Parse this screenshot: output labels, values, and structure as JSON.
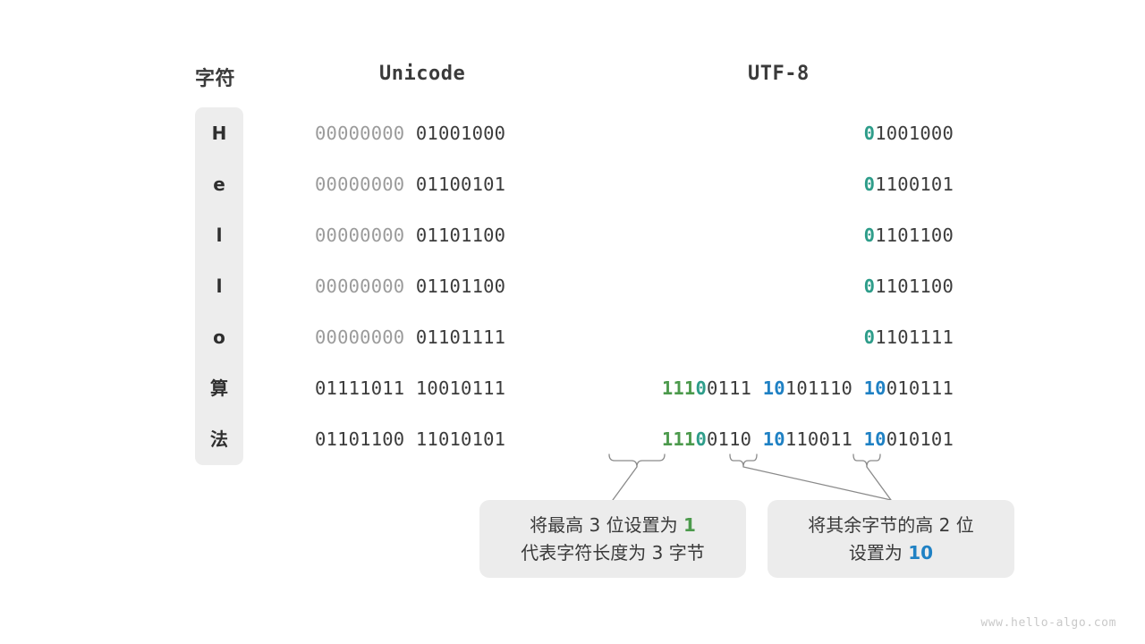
{
  "headers": {
    "character": "字符",
    "unicode": "Unicode",
    "utf8": "UTF-8"
  },
  "colors": {
    "dim": "#9b9b9b",
    "dark": "#3c3c3c",
    "teal": "#2e9d8a",
    "green": "#4c9a4c",
    "blue": "#1f81c4",
    "box_bg": "#ededed",
    "callout_bg": "#ececec",
    "watermark": "#c9c9c9"
  },
  "rows": [
    {
      "char": "H",
      "unicode_high": "00000000",
      "unicode_low": "01001000",
      "unicode_high_dim": true,
      "utf8": [
        {
          "prefix": "0",
          "prefix_color": "teal",
          "rest": "1001000"
        }
      ]
    },
    {
      "char": "e",
      "unicode_high": "00000000",
      "unicode_low": "01100101",
      "unicode_high_dim": true,
      "utf8": [
        {
          "prefix": "0",
          "prefix_color": "teal",
          "rest": "1100101"
        }
      ]
    },
    {
      "char": "l",
      "unicode_high": "00000000",
      "unicode_low": "01101100",
      "unicode_high_dim": true,
      "utf8": [
        {
          "prefix": "0",
          "prefix_color": "teal",
          "rest": "1101100"
        }
      ]
    },
    {
      "char": "l",
      "unicode_high": "00000000",
      "unicode_low": "01101100",
      "unicode_high_dim": true,
      "utf8": [
        {
          "prefix": "0",
          "prefix_color": "teal",
          "rest": "1101100"
        }
      ]
    },
    {
      "char": "o",
      "unicode_high": "00000000",
      "unicode_low": "01101111",
      "unicode_high_dim": true,
      "utf8": [
        {
          "prefix": "0",
          "prefix_color": "teal",
          "rest": "1101111"
        }
      ]
    },
    {
      "char": "算",
      "unicode_high": "01111011",
      "unicode_low": "10010111",
      "unicode_high_dim": false,
      "utf8": [
        {
          "prefix": "111",
          "prefix_color": "green",
          "prefix2": "0",
          "prefix2_color": "teal",
          "rest": "0111"
        },
        {
          "prefix": "10",
          "prefix_color": "blue",
          "rest": "101110"
        },
        {
          "prefix": "10",
          "prefix_color": "blue",
          "rest": "010111"
        }
      ]
    },
    {
      "char": "法",
      "unicode_high": "01101100",
      "unicode_low": "11010101",
      "unicode_high_dim": false,
      "utf8": [
        {
          "prefix": "111",
          "prefix_color": "green",
          "prefix2": "0",
          "prefix2_color": "teal",
          "rest": "0110"
        },
        {
          "prefix": "10",
          "prefix_color": "blue",
          "rest": "110011"
        },
        {
          "prefix": "10",
          "prefix_color": "blue",
          "rest": "010101"
        }
      ]
    }
  ],
  "callouts": [
    {
      "line1_pre": "将最高 3 位设置为 ",
      "line1_hl": "1",
      "line1_hl_color": "green",
      "line2": "代表字符长度为 3 字节"
    },
    {
      "line1_pre": "将其余字节的高 2 位",
      "line1_hl": "",
      "line1_hl_color": "blue",
      "line2_pre": "设置为 ",
      "line2_hl": "10",
      "line2_hl_color": "blue"
    }
  ],
  "watermark": "www.hello-algo.com"
}
